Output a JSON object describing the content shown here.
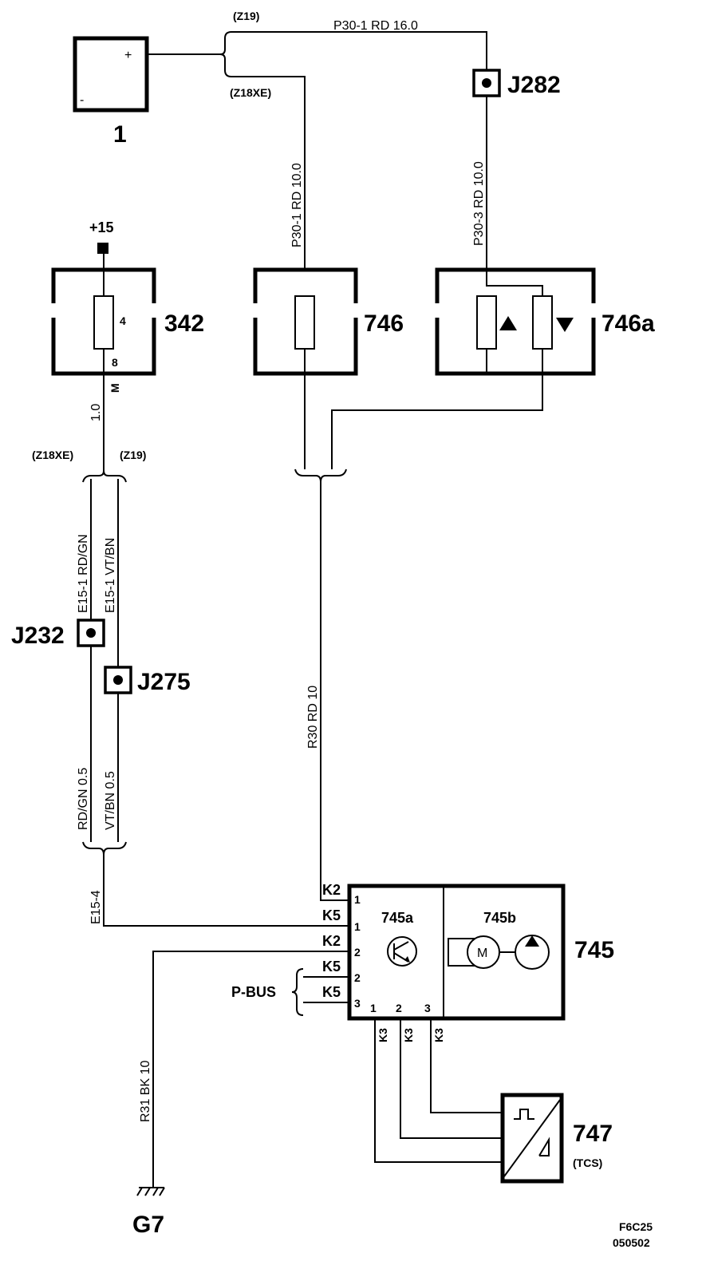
{
  "diagram": {
    "code": "F6C25",
    "date": "050502"
  },
  "components": {
    "battery": {
      "id": "1",
      "plus": "+",
      "minus": "-"
    },
    "fuse342": {
      "id": "342",
      "pin_top": "4",
      "pin_bottom": "8",
      "supply": "+15"
    },
    "fuse746": {
      "id": "746"
    },
    "relay746a": {
      "id": "746a"
    },
    "module745": {
      "id": "745",
      "sub_a": "745a",
      "sub_b": "745b",
      "motor": "M"
    },
    "sensor747": {
      "id": "747",
      "note": "(TCS)"
    },
    "ground": {
      "id": "G7"
    }
  },
  "junctions": {
    "j282": "J282",
    "j232": "J232",
    "j275": "J275"
  },
  "variants": {
    "z19": "(Z19)",
    "z18xe": "(Z18XE)"
  },
  "wires": {
    "top_main": "P30-1   RD   16.0",
    "p30_1": "P30-1  RD  10.0",
    "p30_3": "P30-3  RD  10.0",
    "m_wire": "1.0",
    "m_label": "M",
    "e15_rdgn": "E15-1  RD/GN",
    "e15_vtbn": "E15-1  VT/BN",
    "rdgn_05": "RD/GN  0.5",
    "vtbn_05": "VT/BN  0.5",
    "e15_4": "E15-4",
    "r30": "R30   RD   10",
    "r31": "R31  BK  10",
    "pbus": "P-BUS"
  },
  "connector_pins": {
    "k2a": "K2",
    "k5a": "K5",
    "k2b": "K2",
    "k5b": "K5",
    "k5c": "K5",
    "p1a": "1",
    "p1b": "1",
    "p2a": "2",
    "p2b": "2",
    "p3": "3",
    "k3a": "K3",
    "k3b": "K3",
    "k3c": "K3",
    "b1": "1",
    "b2": "2",
    "b3": "3"
  }
}
